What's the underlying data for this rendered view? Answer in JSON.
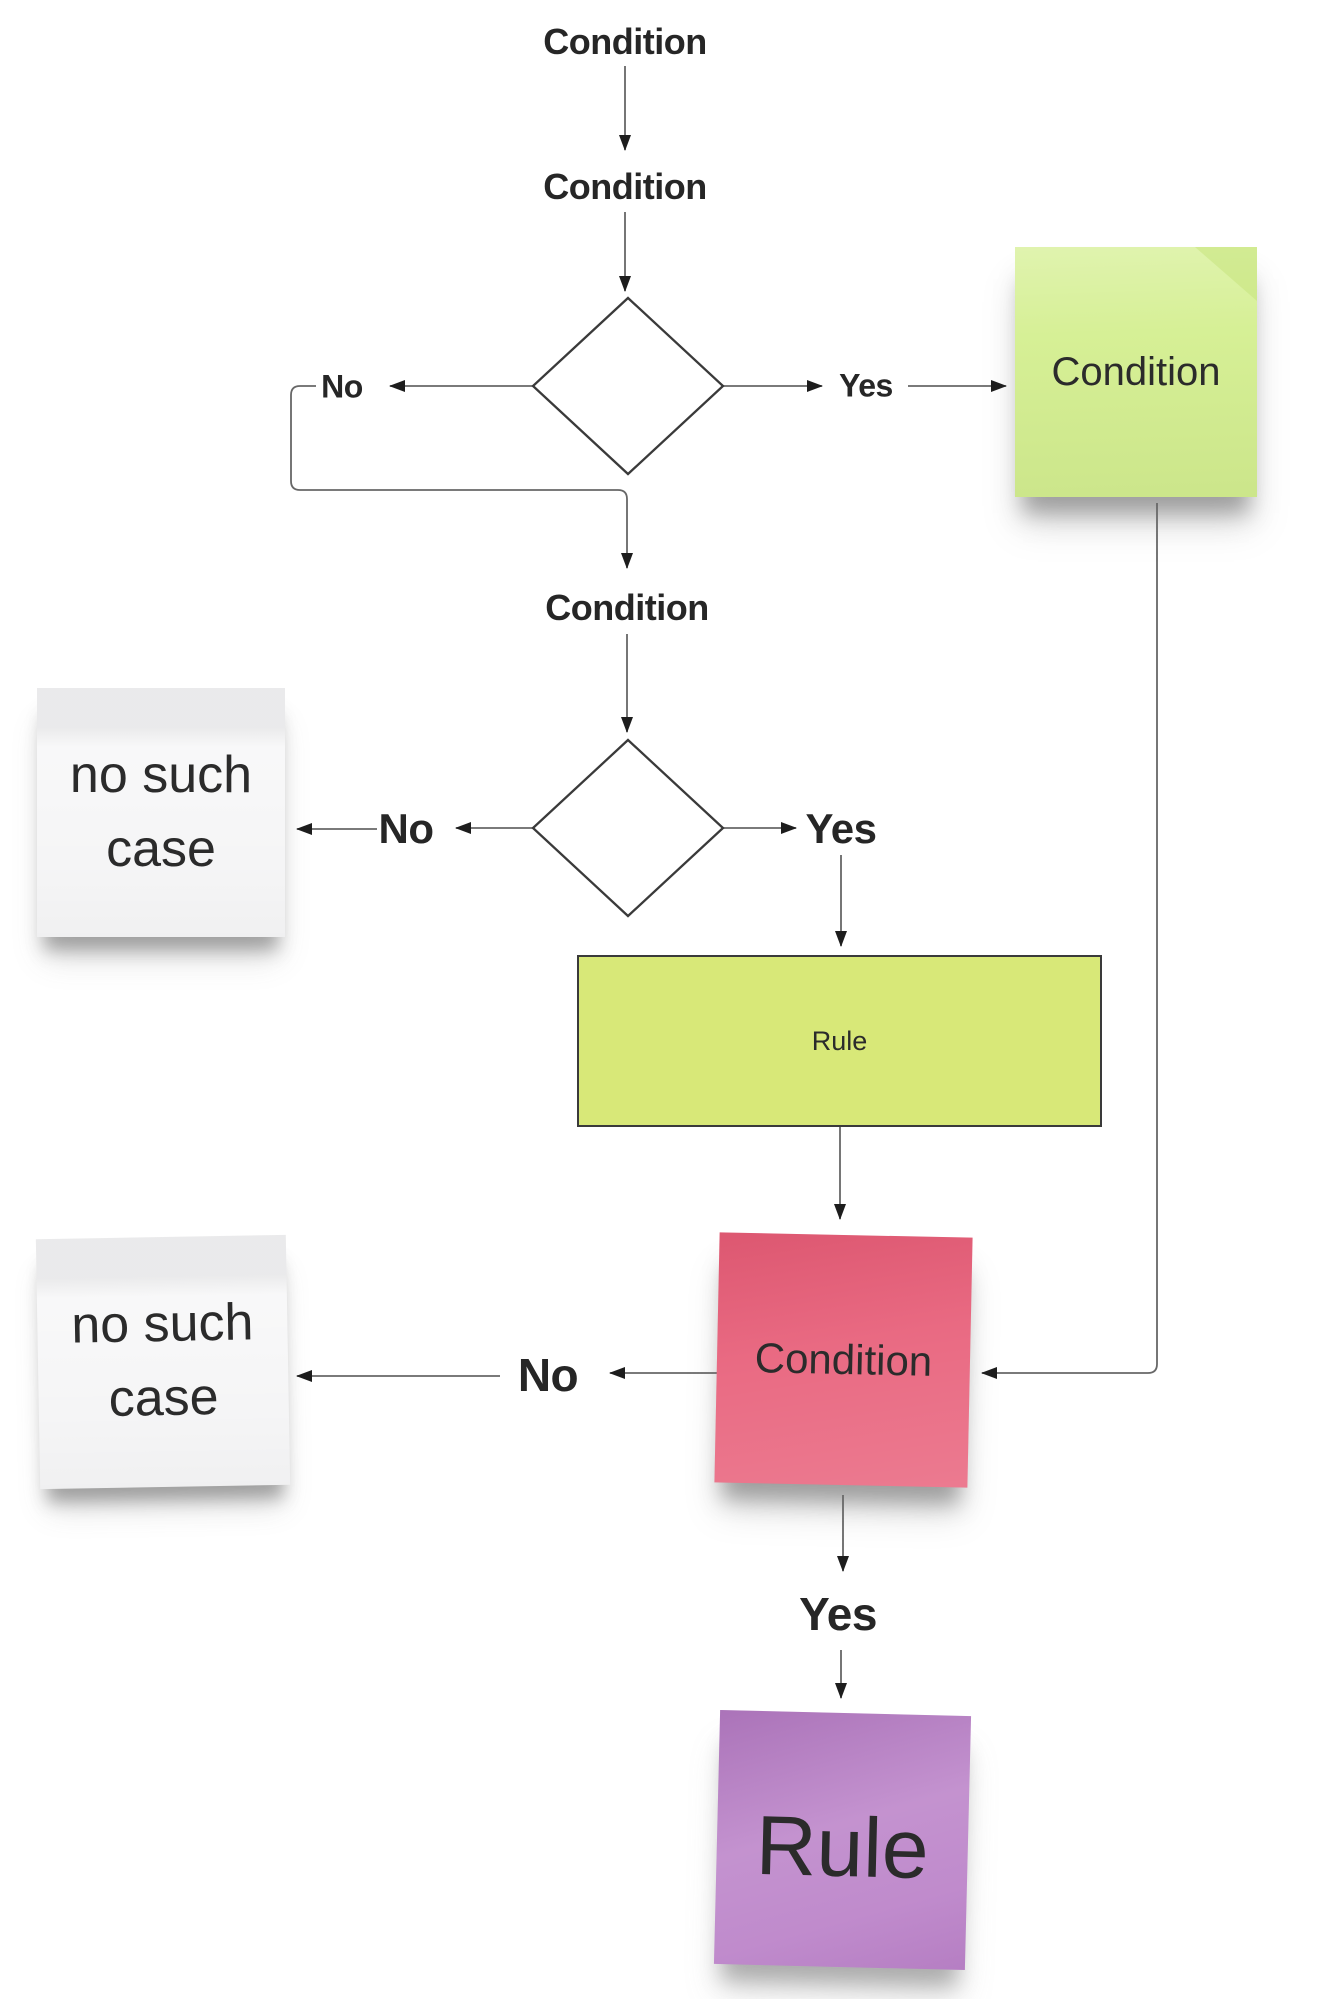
{
  "labels": {
    "condition_top": "Condition",
    "condition_mid": "Condition",
    "condition_pre_decision2": "Condition"
  },
  "decision1": {
    "no_label": "No",
    "yes_label": "Yes"
  },
  "decision2": {
    "no_label": "No",
    "yes_label": "Yes"
  },
  "decision3": {
    "no_label": "No",
    "yes_label": "Yes"
  },
  "notes": {
    "green_condition": "Condition",
    "white_no_case_1": "no such case",
    "white_no_case_2": "no such case",
    "red_condition": "Condition",
    "purple_rule": "Rule"
  },
  "boxes": {
    "rule": "Rule"
  },
  "colors": {
    "background": "#ffffff",
    "connector": "#676767",
    "arrowhead": "#1d1d1d",
    "label_text": "#262626",
    "note_text": "#2b2b2b",
    "green_note": "#d4ef90",
    "green_note_fold": "#c6e47e",
    "rule_box_fill": "#d8e878",
    "rule_box_border": "#3a3a3a",
    "red_note": "#e8617b",
    "purple_note": "#bd86ca",
    "white_note": "#f5f5f6",
    "diamond_fill": "#ffffff",
    "diamond_border": "#3a3a3a"
  }
}
